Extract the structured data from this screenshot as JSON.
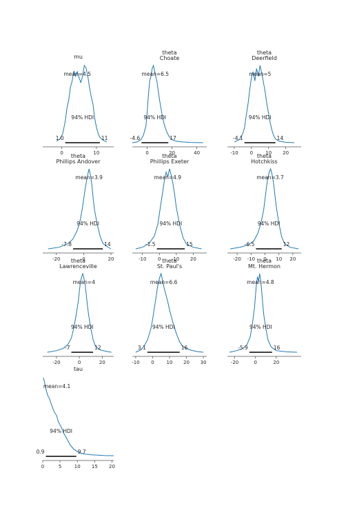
{
  "figure": {
    "line_color": "#1f77b4",
    "hdi_color": "#000000",
    "text_color": "#262626"
  },
  "chart_data": [
    {
      "type": "density",
      "title_lines": [
        "mu"
      ],
      "mean": 4.5,
      "mean_label": "mean=4.5",
      "hdi_label": "94% HDI",
      "hdi": [
        1.0,
        11.0
      ],
      "hdi_low_label": "1.0",
      "hdi_high_label": "11",
      "xlim": [
        -5.5,
        15
      ],
      "xticks": [
        0,
        10
      ],
      "xtick_labels": [
        "0",
        "10"
      ],
      "density": [
        [
          -1.5,
          0.02
        ],
        [
          -0.5,
          0.05
        ],
        [
          0.3,
          0.12
        ],
        [
          1.0,
          0.28
        ],
        [
          1.5,
          0.45
        ],
        [
          2.0,
          0.55
        ],
        [
          2.5,
          0.72
        ],
        [
          3.0,
          0.8
        ],
        [
          3.5,
          0.93
        ],
        [
          4.0,
          0.86
        ],
        [
          4.5,
          0.92
        ],
        [
          5.0,
          0.84
        ],
        [
          5.5,
          0.78
        ],
        [
          6.0,
          0.86
        ],
        [
          6.5,
          1.0
        ],
        [
          7.0,
          0.97
        ],
        [
          7.5,
          0.87
        ],
        [
          8.0,
          0.72
        ],
        [
          8.5,
          0.6
        ],
        [
          9.0,
          0.5
        ],
        [
          9.5,
          0.32
        ],
        [
          10.0,
          0.2
        ],
        [
          10.5,
          0.12
        ],
        [
          11.0,
          0.07
        ],
        [
          12.0,
          0.03
        ],
        [
          13.0,
          0.01
        ]
      ]
    },
    {
      "type": "density",
      "title_lines": [
        "theta",
        "Choate"
      ],
      "mean": 6.5,
      "mean_label": "mean=6.5",
      "hdi_label": "94% HDI",
      "hdi": [
        -4.6,
        17.0
      ],
      "hdi_low_label": "-4.6",
      "hdi_high_label": "17",
      "xlim": [
        -12,
        48
      ],
      "xticks": [
        0,
        20,
        40
      ],
      "xtick_labels": [
        "0",
        "20",
        "40"
      ],
      "density": [
        [
          -12,
          0.0
        ],
        [
          -8,
          0.01
        ],
        [
          -5,
          0.04
        ],
        [
          -3,
          0.1
        ],
        [
          -1,
          0.22
        ],
        [
          0,
          0.4
        ],
        [
          1,
          0.62
        ],
        [
          2,
          0.8
        ],
        [
          3,
          0.86
        ],
        [
          4,
          0.96
        ],
        [
          5,
          1.0
        ],
        [
          6,
          0.92
        ],
        [
          7,
          0.85
        ],
        [
          8,
          0.78
        ],
        [
          9,
          0.66
        ],
        [
          10,
          0.55
        ],
        [
          12,
          0.36
        ],
        [
          14,
          0.22
        ],
        [
          16,
          0.13
        ],
        [
          18,
          0.07
        ],
        [
          20,
          0.04
        ],
        [
          23,
          0.02
        ],
        [
          28,
          0.01
        ],
        [
          35,
          0.004
        ],
        [
          45,
          0.0
        ]
      ]
    },
    {
      "type": "density",
      "title_lines": [
        "theta",
        "Deerfield"
      ],
      "mean": 5,
      "mean_label": "mean=5",
      "hdi_label": "94% HDI",
      "hdi": [
        -4.1,
        14.0
      ],
      "hdi_low_label": "-4.1",
      "hdi_high_label": "14",
      "xlim": [
        -14,
        29
      ],
      "xticks": [
        -10,
        0,
        10,
        20
      ],
      "xtick_labels": [
        "-10",
        "0",
        "10",
        "20"
      ],
      "density": [
        [
          -10,
          0.01
        ],
        [
          -7,
          0.04
        ],
        [
          -5,
          0.12
        ],
        [
          -4,
          0.2
        ],
        [
          -3,
          0.36
        ],
        [
          -2,
          0.5
        ],
        [
          -1,
          0.68
        ],
        [
          0,
          0.84
        ],
        [
          1,
          0.92
        ],
        [
          2,
          0.8
        ],
        [
          3,
          0.96
        ],
        [
          4,
          0.86
        ],
        [
          5,
          1.0
        ],
        [
          6,
          0.9
        ],
        [
          7,
          0.78
        ],
        [
          8,
          0.66
        ],
        [
          9,
          0.5
        ],
        [
          10,
          0.38
        ],
        [
          11,
          0.25
        ],
        [
          12,
          0.16
        ],
        [
          13,
          0.09
        ],
        [
          14,
          0.05
        ],
        [
          16,
          0.02
        ],
        [
          20,
          0.005
        ],
        [
          25,
          0.0
        ]
      ]
    },
    {
      "type": "density",
      "title_lines": [
        "theta",
        "Phillips Andover"
      ],
      "mean": 3.9,
      "mean_label": "mean=3.9",
      "hdi_label": "94% HDI",
      "hdi": [
        -7.8,
        14.0
      ],
      "hdi_low_label": "-7.8",
      "hdi_high_label": "14",
      "xlim": [
        -30,
        22
      ],
      "xticks": [
        -20,
        0,
        20
      ],
      "xtick_labels": [
        "-20",
        "0",
        "20"
      ],
      "density": [
        [
          -26,
          0.0
        ],
        [
          -18,
          0.02
        ],
        [
          -12,
          0.06
        ],
        [
          -8,
          0.12
        ],
        [
          -5,
          0.22
        ],
        [
          -3,
          0.32
        ],
        [
          -1,
          0.5
        ],
        [
          0,
          0.62
        ],
        [
          1,
          0.74
        ],
        [
          2,
          0.84
        ],
        [
          3,
          0.93
        ],
        [
          4,
          1.0
        ],
        [
          5,
          0.92
        ],
        [
          6,
          0.8
        ],
        [
          7,
          0.62
        ],
        [
          8,
          0.48
        ],
        [
          10,
          0.3
        ],
        [
          12,
          0.16
        ],
        [
          14,
          0.07
        ],
        [
          17,
          0.03
        ],
        [
          20,
          0.0
        ]
      ]
    },
    {
      "type": "density",
      "title_lines": [
        "theta",
        "Phillips Exeter"
      ],
      "mean": 4.9,
      "mean_label": "mean=4.9",
      "hdi_label": "94% HDI",
      "hdi": [
        -1.5,
        15.0
      ],
      "hdi_low_label": "-1.5",
      "hdi_high_label": "15",
      "xlim": [
        -16,
        28
      ],
      "xticks": [
        -10,
        0,
        10,
        20
      ],
      "xtick_labels": [
        "-10",
        "0",
        "10",
        "20"
      ],
      "density": [
        [
          -14,
          0.0
        ],
        [
          -10,
          0.02
        ],
        [
          -6,
          0.07
        ],
        [
          -3,
          0.16
        ],
        [
          -1,
          0.3
        ],
        [
          0,
          0.44
        ],
        [
          1,
          0.58
        ],
        [
          2,
          0.72
        ],
        [
          3,
          0.86
        ],
        [
          4,
          0.96
        ],
        [
          5,
          0.9
        ],
        [
          6,
          1.0
        ],
        [
          7,
          0.92
        ],
        [
          8,
          0.82
        ],
        [
          9,
          0.68
        ],
        [
          10,
          0.52
        ],
        [
          12,
          0.3
        ],
        [
          14,
          0.14
        ],
        [
          16,
          0.06
        ],
        [
          20,
          0.02
        ],
        [
          25,
          0.0
        ]
      ]
    },
    {
      "type": "density",
      "title_lines": [
        "theta",
        "Hotchkiss"
      ],
      "mean": 3.7,
      "mean_label": "mean=3.7",
      "hdi_label": "94% HDI",
      "hdi": [
        -6.5,
        12.0
      ],
      "hdi_low_label": "-6.5",
      "hdi_high_label": "12",
      "xlim": [
        -27,
        26
      ],
      "xticks": [
        -20,
        -10,
        0,
        10,
        20
      ],
      "xtick_labels": [
        "-20",
        "-10",
        "0",
        "10",
        "20"
      ],
      "density": [
        [
          -25,
          0.0
        ],
        [
          -18,
          0.02
        ],
        [
          -12,
          0.05
        ],
        [
          -8,
          0.1
        ],
        [
          -5,
          0.2
        ],
        [
          -3,
          0.32
        ],
        [
          -1,
          0.48
        ],
        [
          0,
          0.62
        ],
        [
          1,
          0.76
        ],
        [
          2,
          0.88
        ],
        [
          3,
          0.96
        ],
        [
          4,
          1.0
        ],
        [
          5,
          0.94
        ],
        [
          6,
          0.84
        ],
        [
          7,
          0.7
        ],
        [
          8,
          0.54
        ],
        [
          10,
          0.32
        ],
        [
          12,
          0.15
        ],
        [
          14,
          0.07
        ],
        [
          18,
          0.02
        ],
        [
          24,
          0.0
        ]
      ]
    },
    {
      "type": "density",
      "title_lines": [
        "theta",
        "Lawrenceville"
      ],
      "mean": 4,
      "mean_label": "mean=4",
      "hdi_label": "94% HDI",
      "hdi": [
        -7.0,
        12.0
      ],
      "hdi_low_label": "-7",
      "hdi_high_label": "12",
      "xlim": [
        -32,
        30
      ],
      "xticks": [
        -20,
        0,
        20
      ],
      "xtick_labels": [
        "-20",
        "0",
        "20"
      ],
      "density": [
        [
          -28,
          0.0
        ],
        [
          -20,
          0.02
        ],
        [
          -14,
          0.05
        ],
        [
          -10,
          0.1
        ],
        [
          -7,
          0.18
        ],
        [
          -5,
          0.3
        ],
        [
          -3,
          0.46
        ],
        [
          -1,
          0.64
        ],
        [
          0,
          0.78
        ],
        [
          1,
          0.9
        ],
        [
          2,
          0.96
        ],
        [
          3,
          1.0
        ],
        [
          4,
          0.94
        ],
        [
          5,
          0.86
        ],
        [
          6,
          0.74
        ],
        [
          7,
          0.6
        ],
        [
          8,
          0.48
        ],
        [
          10,
          0.3
        ],
        [
          12,
          0.16
        ],
        [
          14,
          0.08
        ],
        [
          18,
          0.03
        ],
        [
          24,
          0.01
        ],
        [
          28,
          0.0
        ]
      ]
    },
    {
      "type": "density",
      "title_lines": [
        "theta",
        "St. Paul's"
      ],
      "mean": 6.6,
      "mean_label": "mean=6.6",
      "hdi_label": "94% HDI",
      "hdi": [
        -3.1,
        16.0
      ],
      "hdi_low_label": "3.1",
      "hdi_high_label": "16",
      "xlim": [
        -12,
        32
      ],
      "xticks": [
        -10,
        0,
        10,
        20,
        30
      ],
      "xtick_labels": [
        "-10",
        "0",
        "10",
        "20",
        "30"
      ],
      "density": [
        [
          -10,
          0.0
        ],
        [
          -7,
          0.03
        ],
        [
          -5,
          0.08
        ],
        [
          -3,
          0.16
        ],
        [
          -1,
          0.3
        ],
        [
          0,
          0.42
        ],
        [
          1,
          0.56
        ],
        [
          2,
          0.7
        ],
        [
          3,
          0.84
        ],
        [
          4,
          0.94
        ],
        [
          5,
          1.0
        ],
        [
          6,
          0.9
        ],
        [
          7,
          0.8
        ],
        [
          8,
          0.72
        ],
        [
          9,
          0.64
        ],
        [
          10,
          0.54
        ],
        [
          12,
          0.38
        ],
        [
          14,
          0.24
        ],
        [
          16,
          0.13
        ],
        [
          18,
          0.07
        ],
        [
          22,
          0.03
        ],
        [
          26,
          0.01
        ],
        [
          30,
          0.0
        ]
      ]
    },
    {
      "type": "density",
      "title_lines": [
        "theta",
        "Mt. Hermon"
      ],
      "mean": 4.8,
      "mean_label": "mean=4.8",
      "hdi_label": "94% HDI",
      "hdi": [
        -5.9,
        16.0
      ],
      "hdi_low_label": "-5.9",
      "hdi_high_label": "16",
      "xlim": [
        -27,
        44
      ],
      "xticks": [
        -20,
        0,
        20
      ],
      "xtick_labels": [
        "-20",
        "0",
        "20"
      ],
      "density": [
        [
          -25,
          0.0
        ],
        [
          -18,
          0.02
        ],
        [
          -12,
          0.05
        ],
        [
          -8,
          0.1
        ],
        [
          -5,
          0.2
        ],
        [
          -3,
          0.36
        ],
        [
          -1,
          0.56
        ],
        [
          0,
          0.72
        ],
        [
          1,
          0.88
        ],
        [
          2,
          0.96
        ],
        [
          3,
          0.9
        ],
        [
          4,
          1.0
        ],
        [
          5,
          0.92
        ],
        [
          6,
          0.78
        ],
        [
          7,
          0.62
        ],
        [
          8,
          0.48
        ],
        [
          10,
          0.3
        ],
        [
          12,
          0.16
        ],
        [
          15,
          0.07
        ],
        [
          20,
          0.02
        ],
        [
          30,
          0.005
        ],
        [
          40,
          0.0
        ]
      ]
    },
    {
      "type": "density",
      "title_lines": [
        "tau"
      ],
      "mean": 4.1,
      "mean_label": "mean=4.1",
      "hdi_label": "94% HDI",
      "hdi": [
        0.9,
        9.7
      ],
      "hdi_low_label": "0.9",
      "hdi_high_label": "9.7",
      "xlim": [
        0,
        20.5
      ],
      "xticks": [
        0,
        5,
        10,
        15,
        20
      ],
      "xtick_labels": [
        "0",
        "5",
        "10",
        "15",
        "20"
      ],
      "density": [
        [
          0.2,
          1.0
        ],
        [
          0.6,
          0.93
        ],
        [
          1.0,
          0.84
        ],
        [
          1.5,
          0.77
        ],
        [
          2.0,
          0.73
        ],
        [
          2.5,
          0.66
        ],
        [
          3.0,
          0.6
        ],
        [
          3.5,
          0.55
        ],
        [
          4.0,
          0.52
        ],
        [
          4.5,
          0.44
        ],
        [
          5.0,
          0.4
        ],
        [
          5.5,
          0.36
        ],
        [
          6.0,
          0.3
        ],
        [
          6.5,
          0.26
        ],
        [
          7.0,
          0.22
        ],
        [
          7.5,
          0.18
        ],
        [
          8.0,
          0.14
        ],
        [
          9.0,
          0.09
        ],
        [
          10.0,
          0.06
        ],
        [
          11.0,
          0.04
        ],
        [
          12.0,
          0.03
        ],
        [
          14.0,
          0.02
        ],
        [
          16.0,
          0.015
        ],
        [
          18.0,
          0.01
        ],
        [
          20.5,
          0.008
        ]
      ]
    }
  ]
}
